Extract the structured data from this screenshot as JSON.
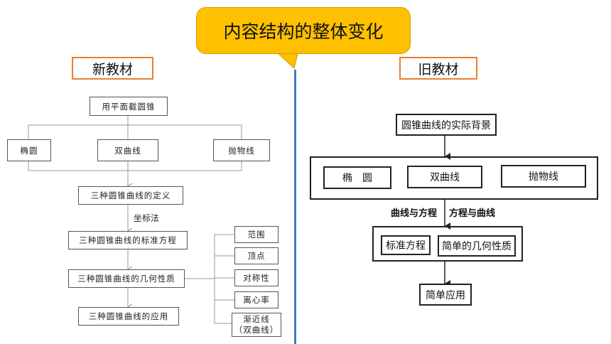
{
  "title": "内容结构的整体变化",
  "new_label": "新教材",
  "old_label": "旧教材",
  "new_flow": {
    "top": "用平面截圆锥",
    "ellipse": "椭圆",
    "hyperbola": "双曲线",
    "parabola": "抛物线",
    "definition": "三种圆锥曲线的定义",
    "coordinate_method": "坐标法",
    "standard_equation": "三种圆锥曲线的标准方程",
    "geometric_properties": "三种圆锥曲线的几何性质",
    "application": "三种圆锥曲线的应用",
    "properties": [
      "范围",
      "顶点",
      "对称性",
      "离心率"
    ],
    "asymptote_line1": "渐近线",
    "asymptote_line2": "（双曲线）"
  },
  "old_flow": {
    "background": "圆锥曲线的实际背景",
    "ellipse": "椭　圆",
    "hyperbola": "双曲线",
    "parabola": "抛物线",
    "curve_to_equation": "曲线与方程",
    "equation_to_curve": "方程与曲线",
    "standard_equation": "标准方程",
    "simple_properties": "简单的几何性质",
    "simple_application": "简单应用"
  }
}
